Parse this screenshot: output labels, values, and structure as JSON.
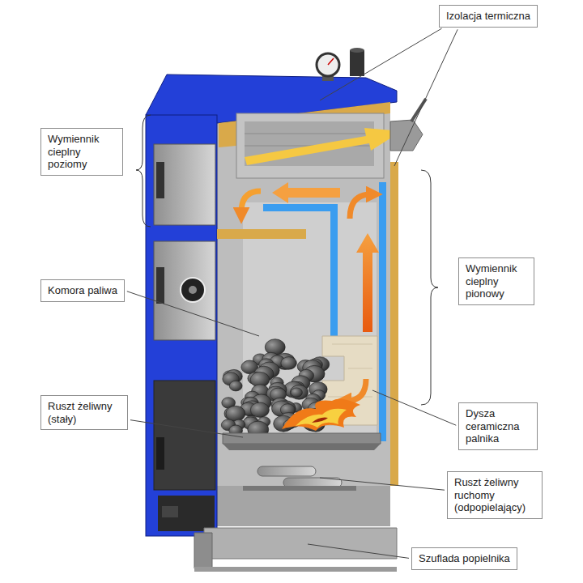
{
  "diagram": {
    "nodes": [
      {
        "text": [
          "Izolacja termiczna"
        ]
      },
      {
        "text": [
          "Wymiennik cieplny poziomy"
        ]
      },
      {
        "text": [
          "Komora paliwa"
        ]
      },
      {
        "text": [
          "Wymiennik cieplny pionowy"
        ]
      },
      {
        "text": [
          "Ruszt żeliwny (stały)"
        ]
      },
      {
        "text": [
          "Dysza ceramiczna palnika"
        ]
      },
      {
        "text": [
          "Ruszt żeliwny ruchomy (odpopielający)"
        ]
      },
      {
        "text": [
          "Szuflada popielnika"
        ]
      }
    ]
  }
}
